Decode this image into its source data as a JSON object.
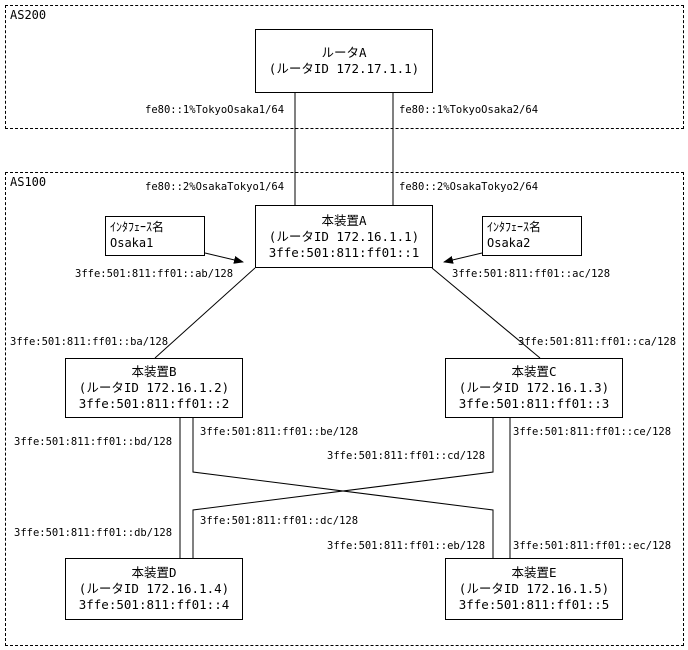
{
  "as200": {
    "label": "AS200"
  },
  "as100": {
    "label": "AS100"
  },
  "routerA": {
    "name": "ルータA",
    "id": "(ルータID 172.17.1.1)"
  },
  "nodeA": {
    "name": "本装置A",
    "id": "(ルータID 172.16.1.1)",
    "addr": "3ffe:501:811:ff01::1"
  },
  "nodeB": {
    "name": "本装置B",
    "id": "(ルータID 172.16.1.2)",
    "addr": "3ffe:501:811:ff01::2"
  },
  "nodeC": {
    "name": "本装置C",
    "id": "(ルータID 172.16.1.3)",
    "addr": "3ffe:501:811:ff01::3"
  },
  "nodeD": {
    "name": "本装置D",
    "id": "(ルータID 172.16.1.4)",
    "addr": "3ffe:501:811:ff01::4"
  },
  "nodeE": {
    "name": "本装置E",
    "id": "(ルータID 172.16.1.5)",
    "addr": "3ffe:501:811:ff01::5"
  },
  "callout1": {
    "title": "ｲﾝﾀﾌｪｰｽ名",
    "value": "Osaka1"
  },
  "callout2": {
    "title": "ｲﾝﾀﾌｪｰｽ名",
    "value": "Osaka2"
  },
  "links": {
    "ra_left": "fe80::1%TokyoOsaka1/64",
    "ra_right": "fe80::1%TokyoOsaka2/64",
    "a_left_ll": "fe80::2%OsakaTokyo1/64",
    "a_right_ll": "fe80::2%OsakaTokyo2/64",
    "a_ab": "3ffe:501:811:ff01::ab/128",
    "a_ac": "3ffe:501:811:ff01::ac/128",
    "b_ba": "3ffe:501:811:ff01::ba/128",
    "c_ca": "3ffe:501:811:ff01::ca/128",
    "b_bd": "3ffe:501:811:ff01::bd/128",
    "b_be": "3ffe:501:811:ff01::be/128",
    "c_cd": "3ffe:501:811:ff01::cd/128",
    "c_ce": "3ffe:501:811:ff01::ce/128",
    "d_db": "3ffe:501:811:ff01::db/128",
    "d_dc": "3ffe:501:811:ff01::dc/128",
    "e_eb": "3ffe:501:811:ff01::eb/128",
    "e_ec": "3ffe:501:811:ff01::ec/128"
  }
}
